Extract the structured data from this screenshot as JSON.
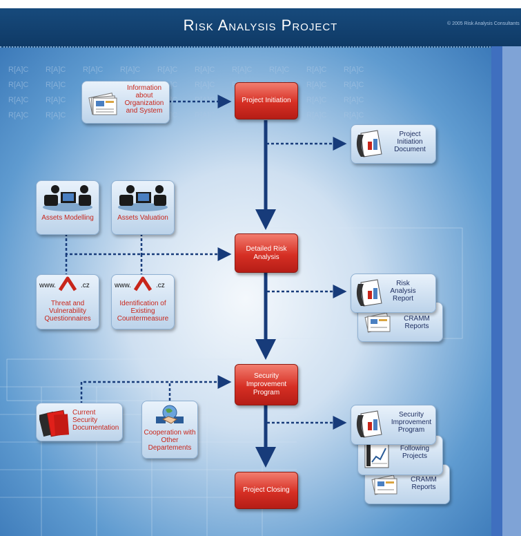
{
  "header": {
    "title": "Risk Analysis Project",
    "copyright": "© 2005 Risk Analysis Consultants"
  },
  "watermark_text": "R[A]C",
  "steps": {
    "project_initiation": "Project Initiation",
    "detailed_risk_analysis": "Detailed Risk Analysis",
    "security_improvement_program": "Security Improvement Program",
    "project_closing": "Project Closing"
  },
  "inputs": {
    "organization_info": "Information about Organization and System",
    "assets_modelling": "Assets Modelling",
    "assets_valuation": "Assets Valuation",
    "threat_questionnaires": "Threat and Vulnerability Questionnaires",
    "existing_countermeasure": "Identification of Existing Countermeasure",
    "web_prefix": "www.",
    "web_suffix": ".cz",
    "current_security_documentation": "Current Security Documentation",
    "cooperation_departments": "Cooperation with Other Departements"
  },
  "outputs": {
    "project_initiation_document": "Project Initiation Document",
    "risk_analysis_report": "Risk Analysis Report",
    "cramm_reports": "CRAMM Reports",
    "security_improvement_program": "Security Improvement Program",
    "following_projects": "Following Projects",
    "cramm_reports_2": "CRAMM Reports"
  },
  "colors": {
    "header": "#174a7c",
    "step_red": "#d62f24",
    "arrow_navy": "#173b7a",
    "label_red": "#c8261b",
    "label_navy": "#1b2b5e"
  }
}
